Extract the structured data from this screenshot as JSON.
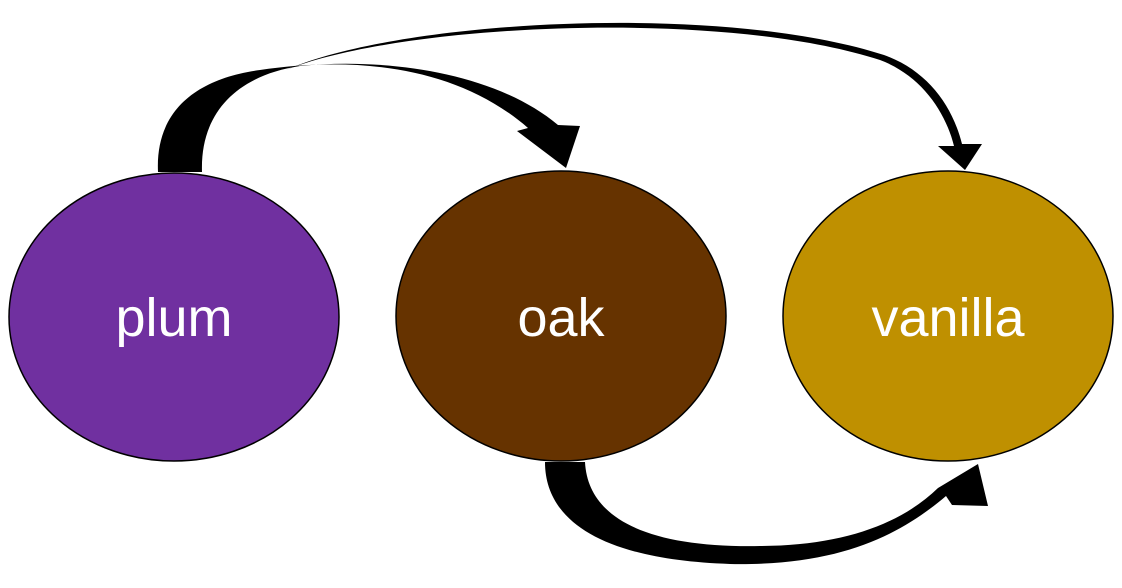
{
  "diagram": {
    "nodes": [
      {
        "id": "plum",
        "label": "plum",
        "color": "#7030A0"
      },
      {
        "id": "oak",
        "label": "oak",
        "color": "#663300"
      },
      {
        "id": "vanilla",
        "label": "vanilla",
        "color": "#BF9000"
      }
    ],
    "edges": [
      {
        "from": "plum",
        "to": "oak"
      },
      {
        "from": "plum",
        "to": "vanilla"
      },
      {
        "from": "oak",
        "to": "vanilla"
      }
    ],
    "arrow_color": "#000000"
  }
}
